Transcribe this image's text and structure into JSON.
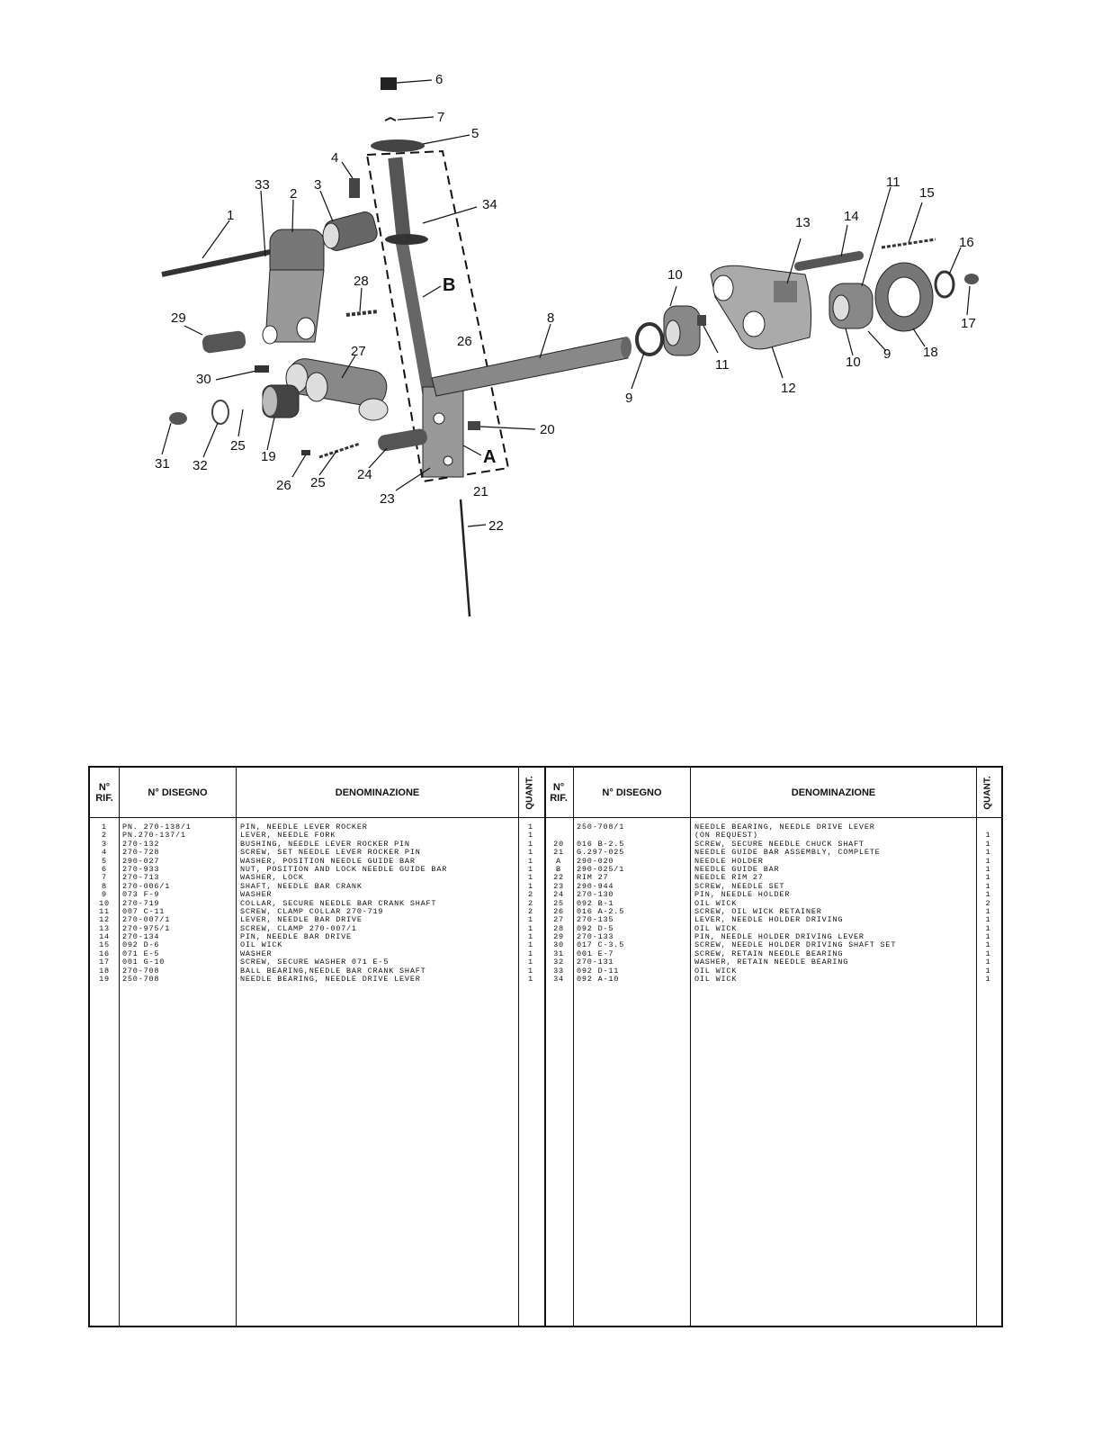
{
  "diagram": {
    "callouts": {
      "n6": "6",
      "n7": "7",
      "n5": "5",
      "n4": "4",
      "n33": "33",
      "n2": "2",
      "n3": "3",
      "n34": "34",
      "n1": "1",
      "n28": "28",
      "nB": "B",
      "n29": "29",
      "n27": "27",
      "n26a": "26",
      "n30": "30",
      "n8": "8",
      "n10a": "10",
      "n11a": "11",
      "n9a": "9",
      "n20": "20",
      "n25a": "25",
      "n19": "19",
      "n31": "31",
      "n32": "32",
      "n24": "24",
      "nA": "A",
      "n26b": "26",
      "n25b": "25",
      "n23": "23",
      "n21": "21",
      "n22": "22",
      "n11b": "11",
      "n15": "15",
      "n13": "13",
      "n14": "14",
      "n16": "16",
      "n17": "17",
      "n18": "18",
      "n10b": "10",
      "n9b": "9",
      "n12": "12"
    }
  },
  "table": {
    "headers": {
      "rif": "N° RIF.",
      "disegno": "N° DISEGNO",
      "denominazione": "DENOMINAZIONE",
      "quant": "QUANT."
    },
    "left": [
      {
        "rif": "1",
        "dis": "PN. 270-138/1",
        "den": "PIN, NEEDLE LEVER ROCKER",
        "qty": "1"
      },
      {
        "rif": "2",
        "dis": "PN.270-137/1",
        "den": "LEVER, NEEDLE FORK",
        "qty": "1"
      },
      {
        "rif": "3",
        "dis": "270-132",
        "den": "BUSHING, NEEDLE LEVER ROCKER PIN",
        "qty": "1"
      },
      {
        "rif": "4",
        "dis": "270-728",
        "den": "SCREW, SET NEEDLE LEVER ROCKER PIN",
        "qty": "1"
      },
      {
        "rif": "5",
        "dis": "290-027",
        "den": "WASHER, POSITION NEEDLE GUIDE BAR",
        "qty": "1"
      },
      {
        "rif": "6",
        "dis": "270-933",
        "den": "NUT, POSITION AND LOCK NEEDLE GUIDE BAR",
        "qty": "1"
      },
      {
        "rif": "7",
        "dis": "270-713",
        "den": "WASHER, LOCK",
        "qty": "1"
      },
      {
        "rif": "8",
        "dis": "270-006/1",
        "den": "SHAFT, NEEDLE BAR CRANK",
        "qty": "1"
      },
      {
        "rif": "9",
        "dis": "073 F-9",
        "den": "WASHER",
        "qty": "2"
      },
      {
        "rif": "10",
        "dis": "270-719",
        "den": "COLLAR, SECURE NEEDLE BAR CRANK SHAFT",
        "qty": "2"
      },
      {
        "rif": "11",
        "dis": "007 C-11",
        "den": "SCREW, CLAMP COLLAR 270-719",
        "qty": "2"
      },
      {
        "rif": "12",
        "dis": "270-007/1",
        "den": "LEVER, NEEDLE BAR DRIVE",
        "qty": "1"
      },
      {
        "rif": "13",
        "dis": "270-975/1",
        "den": "SCREW, CLAMP 270-007/1",
        "qty": "1"
      },
      {
        "rif": "14",
        "dis": "270-134",
        "den": "PIN, NEEDLE BAR DRIVE",
        "qty": "1"
      },
      {
        "rif": "15",
        "dis": "092 D-6",
        "den": "OIL WICK",
        "qty": "1"
      },
      {
        "rif": "16",
        "dis": "071 E-5",
        "den": "WASHER",
        "qty": "1"
      },
      {
        "rif": "17",
        "dis": "001 G-10",
        "den": "SCREW, SECURE WASHER 071 E-5",
        "qty": "1"
      },
      {
        "rif": "18",
        "dis": "270-708",
        "den": "BALL BEARING,NEEDLE BAR CRANK SHAFT",
        "qty": "1"
      },
      {
        "rif": "19",
        "dis": "250-708",
        "den": "NEEDLE BEARING, NEEDLE DRIVE LEVER",
        "qty": "1"
      }
    ],
    "right": [
      {
        "rif": "",
        "dis": "250-708/1",
        "den": "NEEDLE BEARING, NEEDLE DRIVE LEVER",
        "qty": ""
      },
      {
        "rif": "",
        "dis": "",
        "den": "(ON REQUEST)",
        "qty": "1"
      },
      {
        "rif": "20",
        "dis": "016 B-2.5",
        "den": "SCREW, SECURE NEEDLE CHUCK SHAFT",
        "qty": "1"
      },
      {
        "rif": "21",
        "dis": "G.297-025",
        "den": "NEEDLE GUIDE BAR ASSEMBLY, COMPLETE",
        "qty": "1"
      },
      {
        "rif": "A",
        "dis": "290-020",
        "den": "NEEDLE HOLDER",
        "qty": "1"
      },
      {
        "rif": "B",
        "dis": "290-025/1",
        "den": "NEEDLE GUIDE BAR",
        "qty": "1"
      },
      {
        "rif": "22",
        "dis": "RIM 27",
        "den": "NEEDLE RIM 27",
        "qty": "1"
      },
      {
        "rif": "23",
        "dis": "290-944",
        "den": "SCREW, NEEDLE SET",
        "qty": "1"
      },
      {
        "rif": "24",
        "dis": "270-130",
        "den": "PIN, NEEDLE HOLDER",
        "qty": "1"
      },
      {
        "rif": "25",
        "dis": "092 B-1",
        "den": "OIL WICK",
        "qty": "2"
      },
      {
        "rif": "26",
        "dis": "016 A-2.5",
        "den": "SCREW, OIL WICK RETAINER",
        "qty": "1"
      },
      {
        "rif": "27",
        "dis": "270-135",
        "den": "LEVER, NEEDLE HOLDER DRIVING",
        "qty": "1"
      },
      {
        "rif": "28",
        "dis": "092 D-5",
        "den": "OIL WICK",
        "qty": "1"
      },
      {
        "rif": "29",
        "dis": "270-133",
        "den": "PIN, NEEDLE HOLDER DRIVING LEVER",
        "qty": "1"
      },
      {
        "rif": "30",
        "dis": "017 C-3.5",
        "den": "SCREW, NEEDLE HOLDER DRIVING SHAFT SET",
        "qty": "1"
      },
      {
        "rif": "31",
        "dis": "001 E-7",
        "den": "SCREW, RETAIN NEEDLE BEARING",
        "qty": "1"
      },
      {
        "rif": "32",
        "dis": "270-131",
        "den": "WASHER, RETAIN NEEDLE BEARING",
        "qty": "1"
      },
      {
        "rif": "33",
        "dis": "092 D-11",
        "den": "OIL WICK",
        "qty": "1"
      },
      {
        "rif": "34",
        "dis": "092 A-10",
        "den": "OIL WICK",
        "qty": "1"
      }
    ]
  }
}
